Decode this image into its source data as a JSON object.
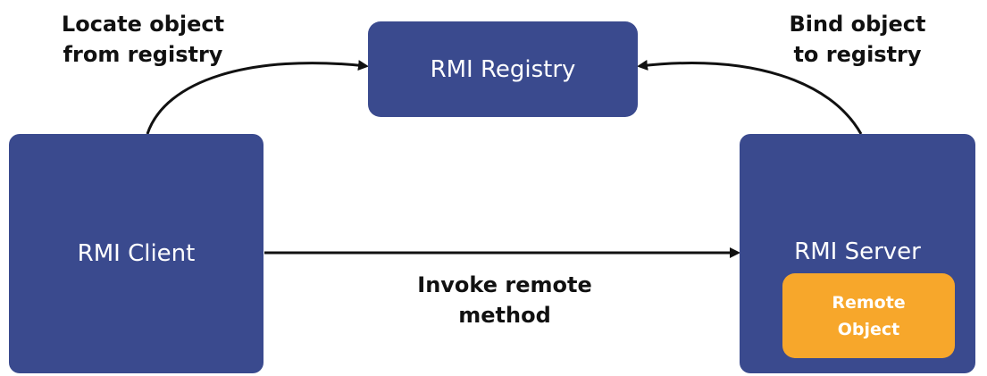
{
  "nodes": {
    "registry": "RMI Registry",
    "client": "RMI Client",
    "server": "RMI Server",
    "remote_object": [
      "Remote",
      "Object"
    ]
  },
  "edges": {
    "locate": [
      "Locate object",
      "from registry"
    ],
    "bind": [
      "Bind object",
      "to registry"
    ],
    "invoke": [
      "Invoke remote",
      "method"
    ]
  },
  "colors": {
    "node_fill": "#3a4a8e",
    "remote_object_fill": "#f7a72b",
    "arrow": "#111111"
  }
}
